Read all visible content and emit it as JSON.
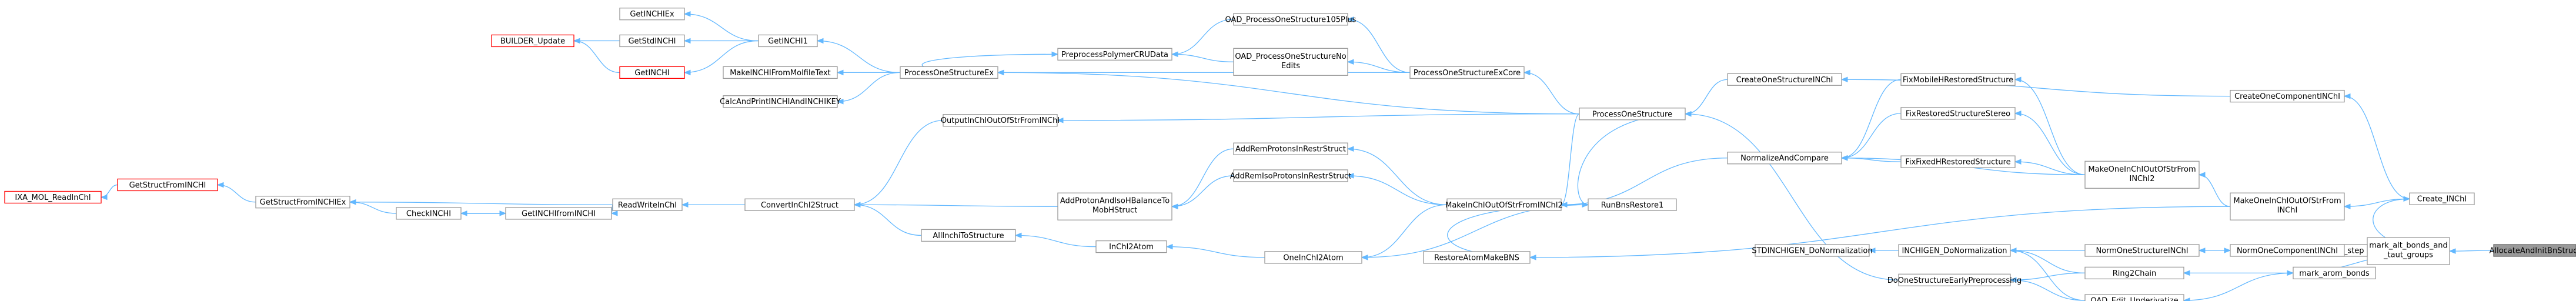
{
  "graph": {
    "nodes": {
      "n1": {
        "label": "AllocateAndInitBnStruct",
        "style": "focus"
      },
      "n2": {
        "label": "mark_alt_bonds_and_taut_groups",
        "lines": [
          "mark_alt_bonds_and",
          "_taut_groups"
        ],
        "style": "normal"
      },
      "n3": {
        "label": "Create_INChI",
        "style": "normal"
      },
      "n4": {
        "label": "Normalization_step",
        "style": "normal"
      },
      "n5": {
        "label": "mark_arom_bonds",
        "style": "normal"
      },
      "n6": {
        "label": "CreateOneComponentINChI",
        "style": "normal"
      },
      "n7": {
        "label": "MakeOneInChIOutOfStrFromINChI",
        "lines": [
          "MakeOneInChIOutOfStrFrom",
          "INChI"
        ],
        "style": "normal"
      },
      "n8": {
        "label": "NormOneComponentINChI",
        "style": "normal"
      },
      "n9": {
        "label": "Ring2Chain",
        "style": "normal"
      },
      "n10": {
        "label": "OAD_Edit_Underivatize",
        "style": "normal"
      },
      "n11": {
        "label": "CreateOneStructureINChI",
        "style": "normal"
      },
      "n12": {
        "label": "MakeOneInChIOutOfStrFromINChI2",
        "lines": [
          "MakeOneInChIOutOfStrFrom",
          "INChI2"
        ],
        "style": "normal"
      },
      "n13": {
        "label": "RestoreAtomMakeBNS",
        "style": "normal"
      },
      "n14": {
        "label": "NormOneStructureINChI",
        "style": "normal"
      },
      "n15": {
        "label": "INCHIGEN_DoNormalization",
        "style": "normal"
      },
      "n16": {
        "label": "DoOneStructureEarlyPreprocessing",
        "style": "normal"
      },
      "n17": {
        "label": "ProcessOneStructure",
        "style": "normal"
      },
      "n18": {
        "label": "FixMobileHRestoredStructure",
        "style": "normal"
      },
      "n19": {
        "label": "FixRestoredStructureStereo",
        "style": "normal"
      },
      "n20": {
        "label": "NormalizeAndCompare",
        "style": "normal"
      },
      "n21": {
        "label": "FixFixedHRestoredStructure",
        "style": "normal"
      },
      "n22": {
        "label": "MakeInChIOutOfStrFromINChI2",
        "style": "normal"
      },
      "n23": {
        "label": "OneInChI2Atom",
        "style": "normal"
      },
      "n24": {
        "label": "STDINCHIGEN_DoNormalization",
        "style": "normal"
      },
      "n25": {
        "label": "RunBnsRestore1",
        "style": "normal"
      },
      "n26": {
        "label": "ProcessOneStructureEx",
        "style": "normal"
      },
      "n27": {
        "label": "ProcessOneStructureExCore",
        "style": "normal"
      },
      "n28": {
        "label": "OAD_ProcessOneStructureNoEdits",
        "lines": [
          "OAD_ProcessOneStructureNo",
          "Edits"
        ],
        "style": "normal"
      },
      "n29": {
        "label": "OAD_ProcessOneStructure105Plus",
        "style": "normal"
      },
      "n30": {
        "label": "PreprocessPolymerCRUData",
        "style": "normal"
      },
      "n31": {
        "label": "MakeINCHIFromMolfileText",
        "style": "normal"
      },
      "n32": {
        "label": "CalcAndPrintINCHIAndINCHIKEY",
        "style": "normal"
      },
      "n33": {
        "label": "GetINCHI1",
        "style": "normal"
      },
      "n34": {
        "label": "GetINCHIEx",
        "style": "normal"
      },
      "n35": {
        "label": "GetStdINCHI",
        "style": "normal"
      },
      "n36": {
        "label": "GetINCHI",
        "style": "red"
      },
      "n37": {
        "label": "BUILDER_Update",
        "style": "red"
      },
      "n38": {
        "label": "ConvertInChI2Struct",
        "style": "normal"
      },
      "n39": {
        "label": "OutputInChIOutOfStrFromINChI",
        "style": "normal"
      },
      "n40": {
        "label": "AddProtonAndIsoHBalanceToMobHStruct",
        "lines": [
          "AddProtonAndIsoHBalanceTo",
          "MobHStruct"
        ],
        "style": "normal"
      },
      "n41": {
        "label": "AddRemProtonsInRestrStruct",
        "style": "normal"
      },
      "n42": {
        "label": "AddRemIsoProtonsInRestrStruct",
        "style": "normal"
      },
      "n43": {
        "label": "AllInchiToStructure",
        "style": "normal"
      },
      "n44": {
        "label": "InChI2Atom",
        "style": "normal"
      },
      "n45": {
        "label": "ReadWriteInChI",
        "style": "normal"
      },
      "n46": {
        "label": "GetINCHIfromINCHI",
        "style": "normal"
      },
      "n47": {
        "label": "CheckINCHI",
        "style": "normal"
      },
      "n48": {
        "label": "GetStructFromINCHIEx",
        "style": "normal"
      },
      "n49": {
        "label": "GetStructFromINCHI",
        "style": "red"
      },
      "n50": {
        "label": "IXA_MOL_ReadInChI",
        "style": "red"
      }
    }
  }
}
